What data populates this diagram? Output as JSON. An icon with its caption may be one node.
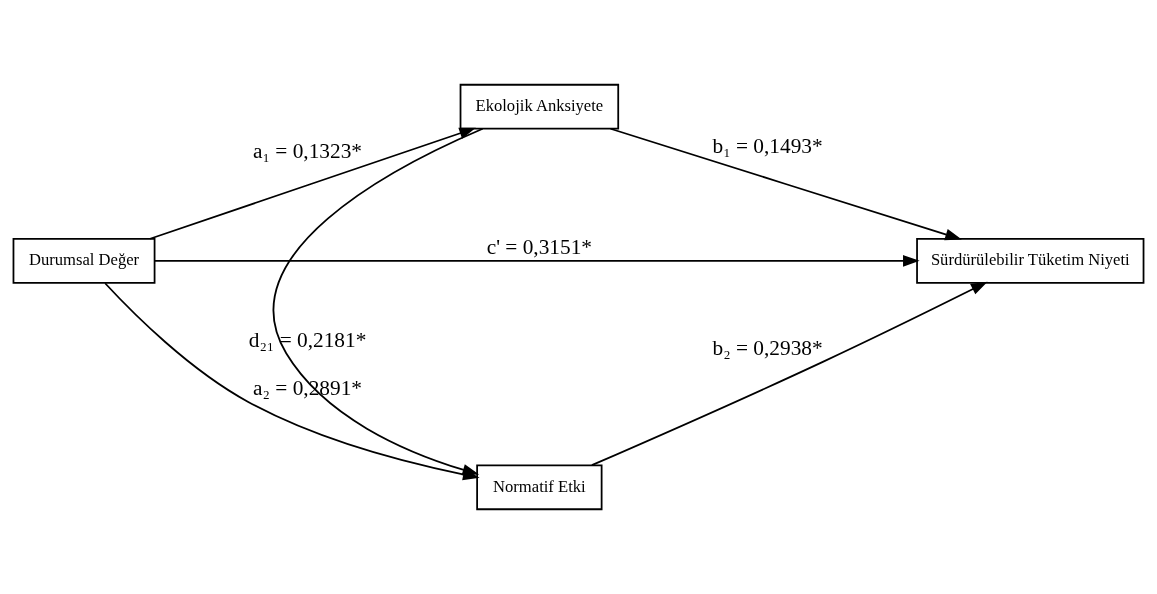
{
  "diagram": {
    "nodes": [
      {
        "text": [
          "Ekolojik Anksiyete"
        ]
      },
      {
        "text": [
          "Durumsal Değer"
        ]
      },
      {
        "text": [
          "Sürdürülebilir Tüketim Niyeti"
        ]
      },
      {
        "text": [
          "Normatif Etki"
        ]
      }
    ],
    "edges": [
      {
        "from": 1,
        "to": 0,
        "arrow": "to",
        "label": "a₁ = 0,1323*"
      },
      {
        "from": 0,
        "to": 2,
        "arrow": "to",
        "label": "b₁ = 0,1493*"
      },
      {
        "from": 1,
        "to": 2,
        "arrow": "to",
        "label": "c' = 0,3151*"
      },
      {
        "from": 0,
        "to": 3,
        "arrow": "to",
        "label": "d₂₁ = 0,2181*"
      },
      {
        "from": 1,
        "to": 3,
        "arrow": "to",
        "label": "a₂ = 0,2891*"
      },
      {
        "from": 3,
        "to": 2,
        "arrow": "to",
        "label": "b₂ = 0,2938*"
      }
    ]
  }
}
